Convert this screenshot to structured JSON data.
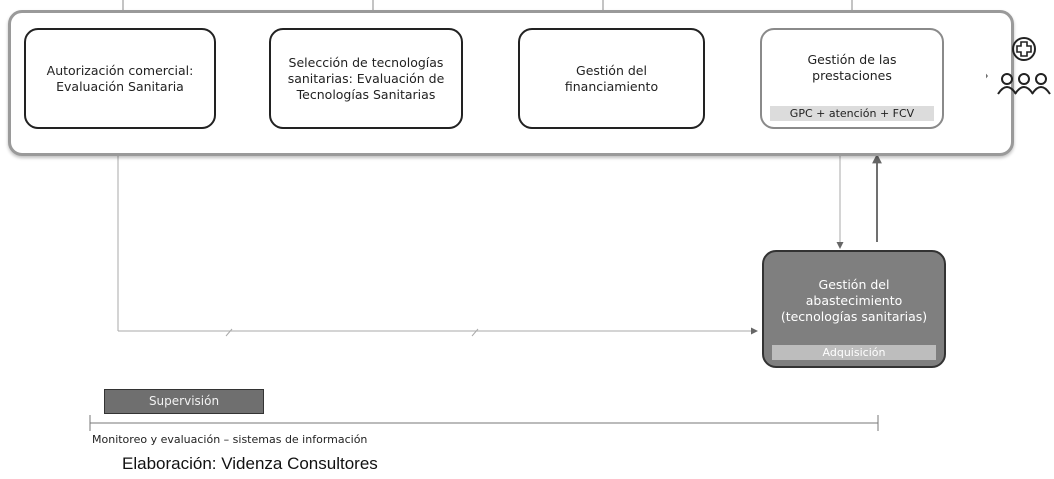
{
  "boxes": {
    "autorizacion": [
      "Autorización comercial:",
      "Evaluación Sanitaria"
    ],
    "seleccion": [
      "Selección de tecnologías",
      "sanitarias: Evaluación de",
      "Tecnologías Sanitarias"
    ],
    "financiamiento": [
      "Gestión del",
      "financiamiento"
    ],
    "prestaciones": [
      "Gestión de las",
      "prestaciones"
    ],
    "prestaciones_strip": "GPC + atención + FCV",
    "abastecimiento": [
      "Gestión del",
      "abastecimiento",
      "(tecnologías sanitarias)"
    ],
    "abastecimiento_strip": "Adquisición"
  },
  "supervision": "Supervisión",
  "monitoreo": "Monitoreo y evaluación – sistemas de información",
  "credit": "Elaboración: Videnza Consultores",
  "icons": [
    "arrow-right-icon",
    "plus-circle-icon",
    "people-group-icon"
  ]
}
